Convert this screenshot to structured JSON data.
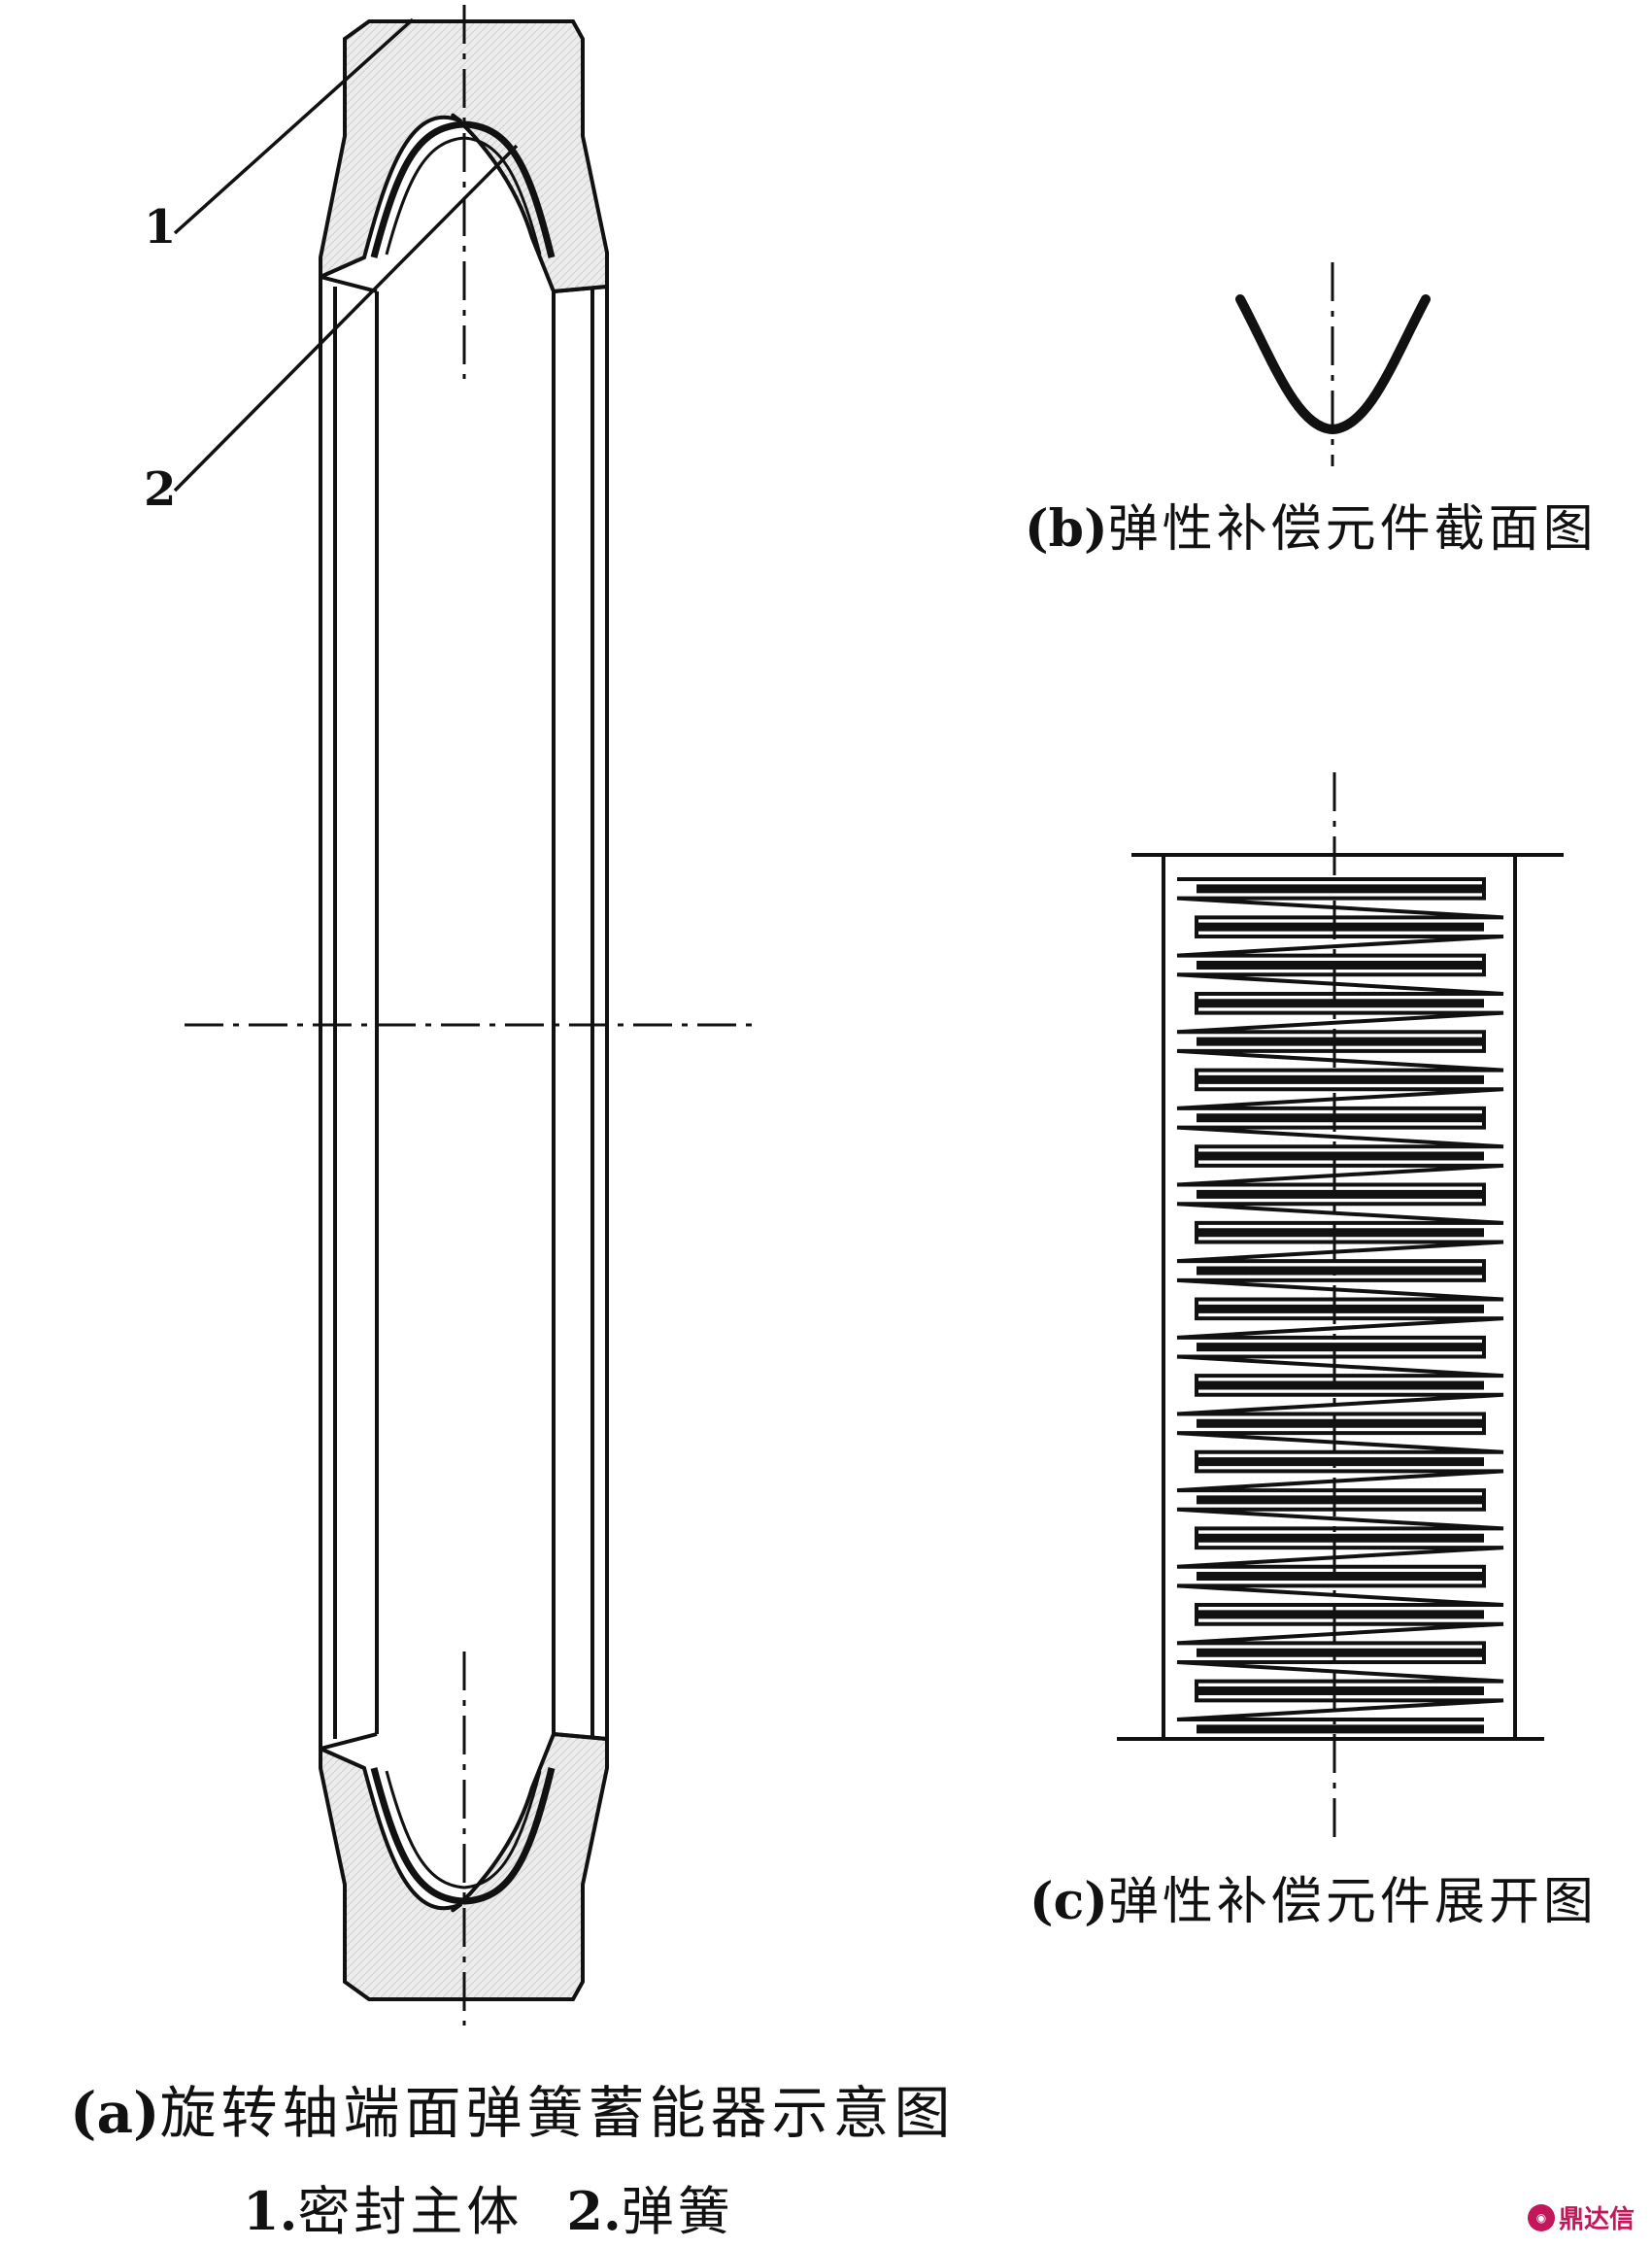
{
  "figure_a": {
    "caption_prefix": "(a)",
    "caption": "旋转轴端面弹簧蓄能器示意图",
    "legend_item1_num": "1.",
    "legend_item1": "密封主体",
    "legend_item2_num": "2.",
    "legend_item2": "弹簧",
    "callout1": "1",
    "callout2": "2"
  },
  "figure_b": {
    "caption_prefix": "(b)",
    "caption": "弹性补偿元件截面图"
  },
  "figure_c": {
    "caption_prefix": "(c)",
    "caption": "弹性补偿元件展开图"
  },
  "watermark": {
    "text": "鼎达信"
  },
  "colors": {
    "ink": "#111111",
    "seal_fill": "#e4e4e4",
    "watermark": "#c2185b"
  }
}
